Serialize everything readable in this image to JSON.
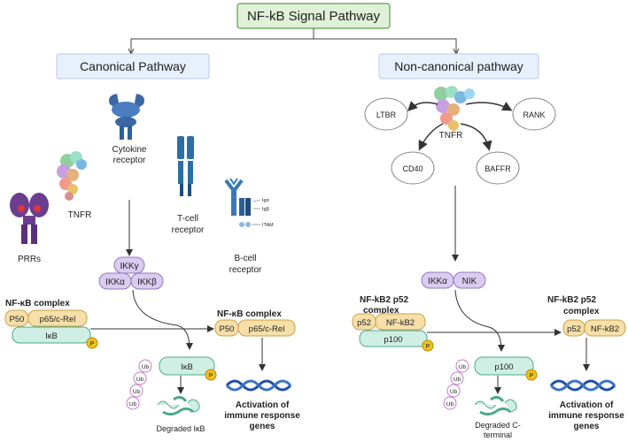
{
  "title": "NF-kB Signal Pathway",
  "canonical": {
    "header": "Canonical Pathway",
    "receptors": {
      "prrs": "PRRs",
      "tnfr": "TNFR",
      "cytokine_1": "Cytokine",
      "cytokine_2": "receptor",
      "tcell_1": "T-cell",
      "tcell_2": "receptor",
      "bcell_1": "B-cell",
      "bcell_2": "receptor",
      "iga": "Igα",
      "igb": "Igβ",
      "itam": "ITAM"
    },
    "ikk": {
      "gamma": "IKKγ",
      "alpha": "IKKα",
      "beta": "IKKβ"
    },
    "complex_left_label": "NF-κB complex",
    "complex_right_label": "NF-κB complex",
    "p50": "P50",
    "p65": "p65/c-Rel",
    "ikb": "IκB",
    "phospho": "P",
    "ub": "Ub",
    "degraded": "Degraded IκB",
    "activation_1": "Activation of",
    "activation_2": "immune response",
    "activation_3": "genes"
  },
  "noncanonical": {
    "header": "Non-canonical pathway",
    "receptors": {
      "ltbr": "LTBR",
      "rank": "RANK",
      "cd40": "CD40",
      "baffr": "BAFFR",
      "tnfr": "TNFR"
    },
    "ikka": "IKKα",
    "nik": "NIK",
    "complex_left_1": "NF-kB2 p52",
    "complex_left_2": "complex",
    "complex_right_1": "NF-kB2 p52",
    "complex_right_2": "complex",
    "p52": "p52",
    "nfkb2": "NF-kB2",
    "p100": "p100",
    "phospho": "P",
    "ub": "Ub",
    "degraded_1": "Degraded C-",
    "degraded_2": "terminal",
    "activation_1": "Activation of",
    "activation_2": "immune response",
    "activation_3": "genes"
  },
  "colors": {
    "title_fill": "#dff1d6",
    "title_stroke": "#5aa14e",
    "header_fill": "#e8f0fb",
    "header_stroke": "#b8c9e3",
    "ikk_fill": "#d9ccf0",
    "ikk_stroke": "#8e79c0",
    "p50_fill": "#f6dfa8",
    "p50_stroke": "#c9a24d",
    "ikb_fill": "#cfeee4",
    "ikb_stroke": "#4fa88c",
    "phos": "#f2c21b",
    "ub_stroke": "#c77bc9",
    "dna": "#1f4fa8",
    "receptor": "#2f5f9a",
    "prr": "#6b3d8f"
  }
}
